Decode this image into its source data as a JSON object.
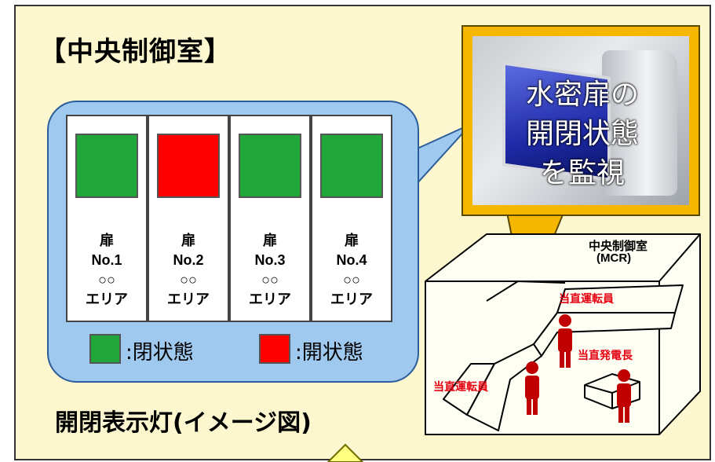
{
  "title": "【中央制御室】",
  "doors": [
    {
      "label": "扉",
      "no": "No.1",
      "mark": "○○",
      "area": "エリア",
      "color": "#21a63a"
    },
    {
      "label": "扉",
      "no": "No.2",
      "mark": "○○",
      "area": "エリア",
      "color": "#ff0000"
    },
    {
      "label": "扉",
      "no": "No.3",
      "mark": "○○",
      "area": "エリア",
      "color": "#21a63a"
    },
    {
      "label": "扉",
      "no": "No.4",
      "mark": "○○",
      "area": "エリア",
      "color": "#21a63a"
    }
  ],
  "legend": [
    {
      "label": ":閉状態",
      "color": "#21a63a"
    },
    {
      "label": ":開状態",
      "color": "#ff0000"
    }
  ],
  "caption": "開閉表示灯(イメージ図)",
  "monitor_text": [
    "水密扉の",
    "開閉状態",
    "を監視"
  ],
  "room": {
    "title": "中央制御室",
    "abbr": "(MCR)",
    "staff": [
      "当直運転員",
      "当直発電長",
      "当直運転員"
    ]
  },
  "colors": {
    "panel_bg": "#fdf7cf",
    "bubble_bg": "#9fc9ef",
    "monitor_frame": "#f5b700",
    "staff": "#c00000"
  }
}
